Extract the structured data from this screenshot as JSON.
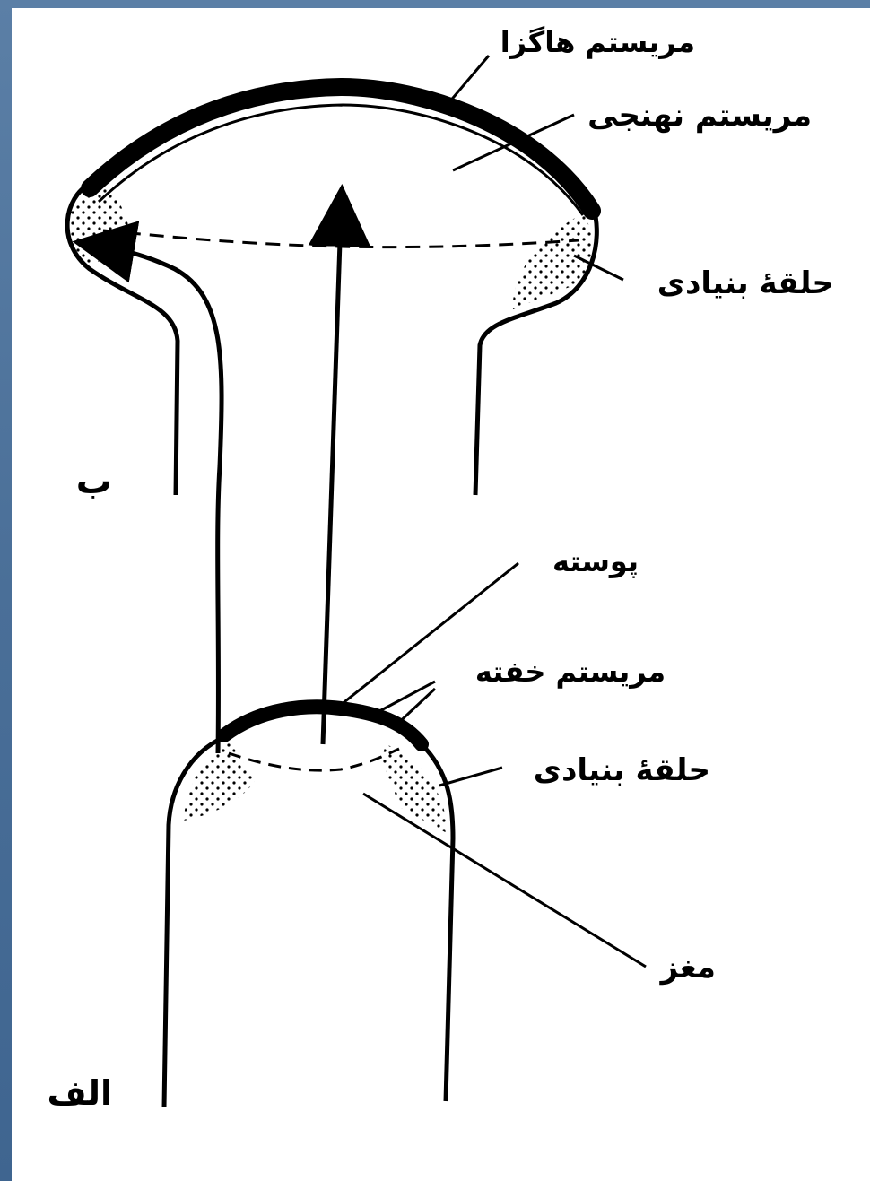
{
  "diagram": {
    "labels": {
      "meristem_top": "مریستم هاگزا",
      "meristem_tissue": "مریستم نهنجی",
      "basal_ring_top": "حلقهٔ بنیادی",
      "letter_b": "ب",
      "tunica": "پوسته",
      "rib_meristem": "مریستم خفته",
      "basal_ring_bottom": "حلقهٔ بنیادی",
      "pith": "مغز",
      "letter_alef": "الف"
    },
    "colors": {
      "frame": "#4a6f98",
      "ink": "#000000",
      "paper": "#ffffff"
    }
  }
}
